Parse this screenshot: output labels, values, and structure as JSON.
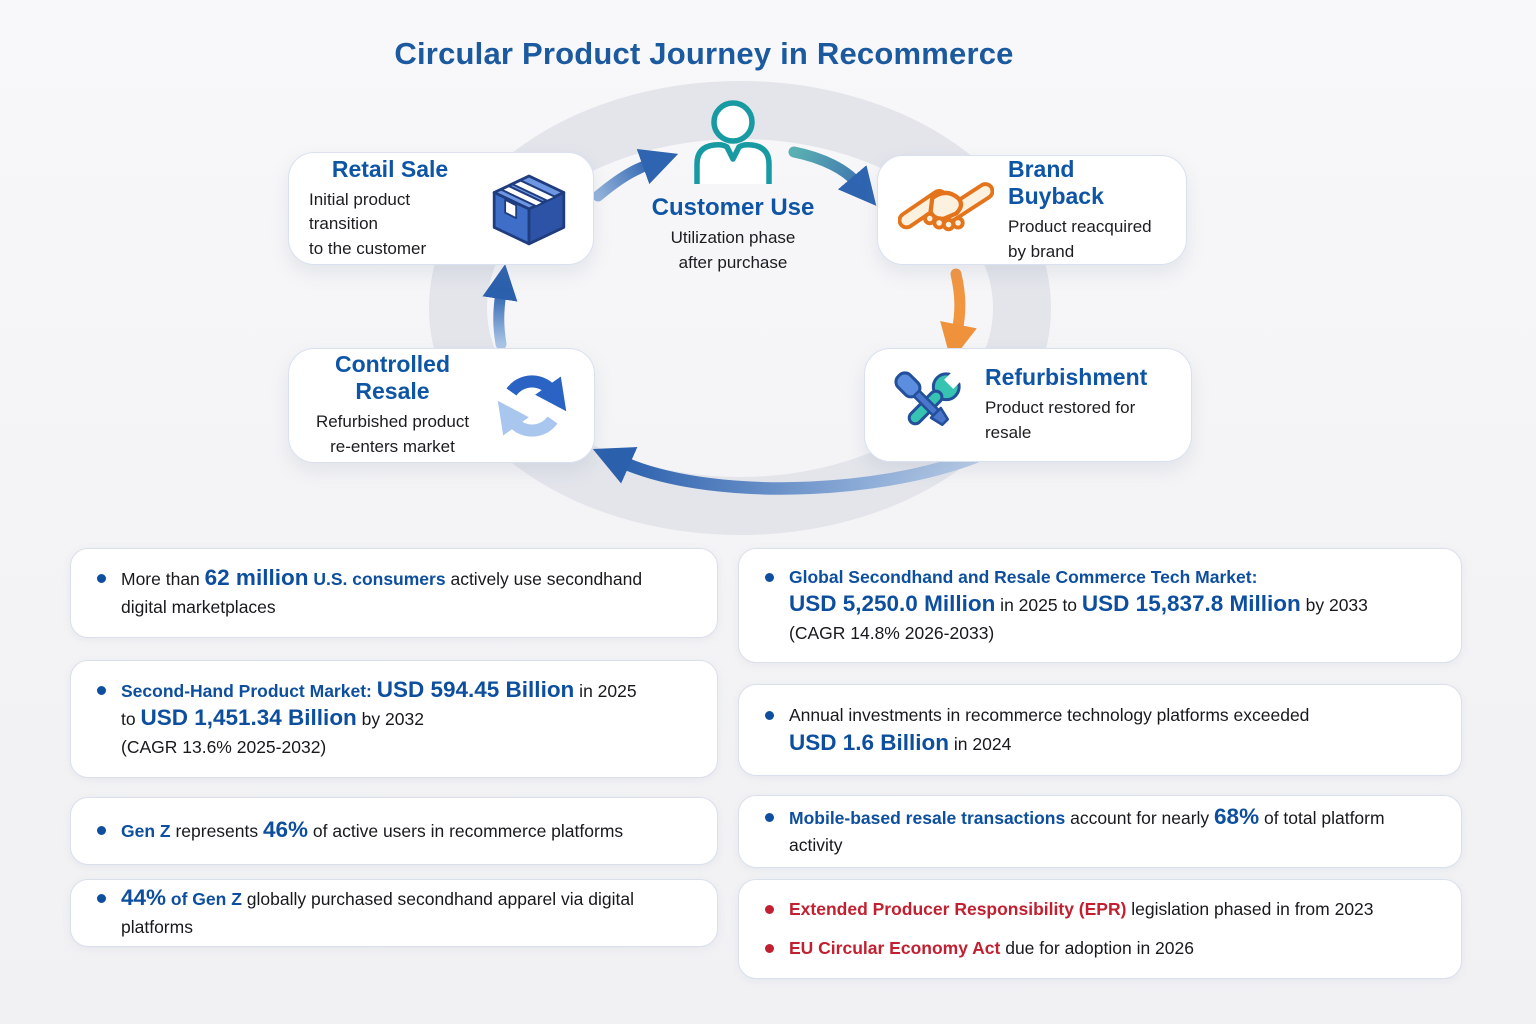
{
  "title": "Circular Product Journey in Recommerce",
  "colors": {
    "title_blue": "#1c5aa0",
    "accent_blue": "#0d4f9e",
    "red": "#c22030",
    "orange_arrow": "#f0923f",
    "teal": "#1b9aa1",
    "ring_gray": "#e3e5eb"
  },
  "diagram": {
    "flow_order": [
      "Retail Sale",
      "Customer Use",
      "Brand Buyback",
      "Refurbishment",
      "Controlled Resale"
    ],
    "nodes": {
      "retail_sale": {
        "title": "Retail Sale",
        "desc": "Initial product transition\nto the customer",
        "icon": "package-box-icon"
      },
      "customer_use": {
        "title": "Customer Use",
        "desc": "Utilization phase\nafter purchase",
        "icon": "person-icon"
      },
      "brand_buyback": {
        "title": "Brand Buyback",
        "desc": "Product reacquired\nby brand",
        "icon": "handshake-icon"
      },
      "refurbishment": {
        "title": "Refurbishment",
        "desc": "Product restored for resale",
        "icon": "tools-icon"
      },
      "controlled_resale": {
        "title": "Controlled Resale",
        "desc": "Refurbished product\nre-enters market",
        "icon": "recycle-arrows-icon"
      }
    }
  },
  "stats_left": [
    {
      "rows": [
        {
          "bullet": "blue",
          "segments": [
            {
              "t": "More than "
            },
            {
              "t": "62 million",
              "s": "big"
            },
            {
              "t": " "
            },
            {
              "t": "U.S. consumers",
              "s": "blue"
            },
            {
              "t": " actively use secondhand\ndigital marketplaces"
            }
          ]
        }
      ]
    },
    {
      "rows": [
        {
          "bullet": "blue",
          "segments": [
            {
              "t": "Second-Hand Product Market: ",
              "s": "blue"
            },
            {
              "t": "USD 594.45 Billion",
              "s": "big"
            },
            {
              "t": " in 2025\nto "
            },
            {
              "t": "USD 1,451.34 Billion",
              "s": "big"
            },
            {
              "t": " by 2032\n(CAGR 13.6% 2025-2032)"
            }
          ]
        }
      ]
    },
    {
      "rows": [
        {
          "bullet": "blue",
          "segments": [
            {
              "t": "Gen Z",
              "s": "blue"
            },
            {
              "t": " represents "
            },
            {
              "t": "46%",
              "s": "big"
            },
            {
              "t": " of active users in recommerce platforms"
            }
          ]
        }
      ]
    },
    {
      "rows": [
        {
          "bullet": "blue",
          "segments": [
            {
              "t": "44%",
              "s": "big"
            },
            {
              "t": " "
            },
            {
              "t": "of Gen Z",
              "s": "blue"
            },
            {
              "t": " globally purchased secondhand apparel via digital platforms"
            }
          ]
        }
      ]
    }
  ],
  "stats_right": [
    {
      "rows": [
        {
          "bullet": "blue",
          "segments": [
            {
              "t": "Global Secondhand and Resale Commerce Tech Market:",
              "s": "blue"
            },
            {
              "t": "\n"
            },
            {
              "t": "USD 5,250.0 Million",
              "s": "big"
            },
            {
              "t": " in 2025 to "
            },
            {
              "t": "USD 15,837.8 Million",
              "s": "big"
            },
            {
              "t": "  by 2033\n(CAGR 14.8% 2026-2033)"
            }
          ]
        }
      ]
    },
    {
      "rows": [
        {
          "bullet": "blue",
          "segments": [
            {
              "t": "Annual investments in recommerce technology platforms exceeded\n"
            },
            {
              "t": "USD 1.6 Billion",
              "s": "big"
            },
            {
              "t": " in 2024"
            }
          ]
        }
      ]
    },
    {
      "rows": [
        {
          "bullet": "blue",
          "segments": [
            {
              "t": "Mobile-based resale transactions",
              "s": "blue"
            },
            {
              "t": " account for nearly "
            },
            {
              "t": "68%",
              "s": "big"
            },
            {
              "t": " of total platform activity"
            }
          ]
        }
      ]
    },
    {
      "rows": [
        {
          "bullet": "red",
          "segments": [
            {
              "t": "Extended Producer Responsibility (EPR)",
              "s": "red"
            },
            {
              "t": " legislation phased in from 2023"
            }
          ]
        },
        {
          "bullet": "red",
          "segments": [
            {
              "t": "EU Circular Economy Act",
              "s": "red"
            },
            {
              "t": " due for adoption in 2026"
            }
          ]
        }
      ]
    }
  ]
}
